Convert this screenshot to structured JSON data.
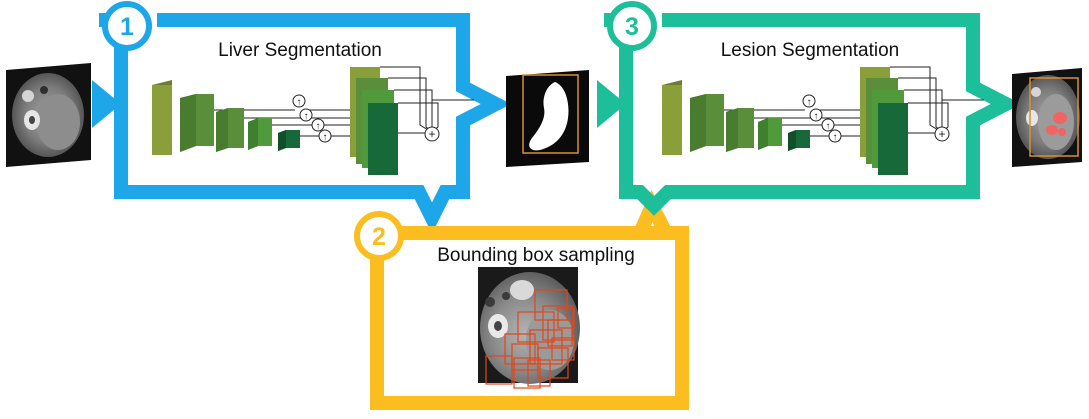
{
  "colors": {
    "stage1": "#1ea7e8",
    "stage2": "#fbbd20",
    "stage3": "#1dbf9b",
    "layer_olive": "#8a9f3a",
    "layer_green": "#5b8e3a",
    "layer_mid": "#4f9a3a",
    "layer_dark": "#17693a",
    "roi_box": "#d9902e",
    "sample_box": "#e0461c"
  },
  "stages": [
    {
      "number": "1",
      "title": "Liver Segmentation"
    },
    {
      "number": "2",
      "title": "Bounding box sampling"
    },
    {
      "number": "3",
      "title": "Lesion Segmentation"
    }
  ],
  "unet": {
    "upsample_symbol": "↑",
    "merge_symbol": "+"
  }
}
